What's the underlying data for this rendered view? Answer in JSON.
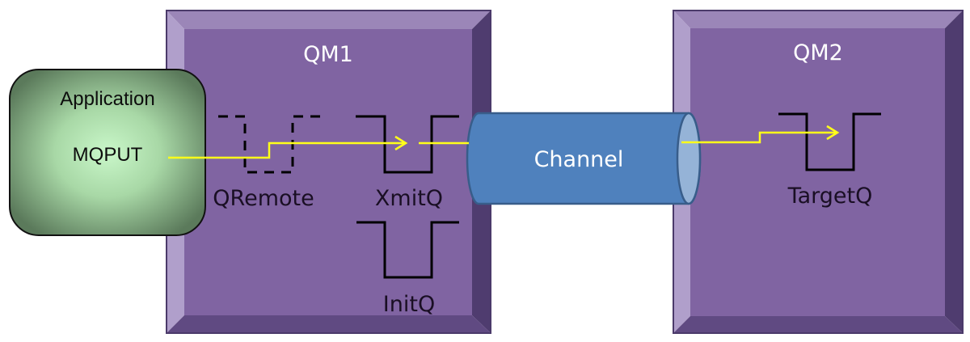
{
  "colors": {
    "qm_face": "#8064a2",
    "qm_bevel_top": "#9b86b8",
    "qm_bevel_left": "#b09fcb",
    "qm_bevel_right": "#4f3c6f",
    "qm_bevel_bottom": "#604a82",
    "qm_outline": "#4b3a6a",
    "app_center": "#c8f5c8",
    "app_edge": "#5f7f5f",
    "channel_body": "#4f81bd",
    "channel_end": "#95b3d7",
    "channel_outline": "#385d8a",
    "flow_line": "#ffff1a",
    "queue_line": "#000000"
  },
  "application": {
    "title": "Application",
    "call": "MQPUT"
  },
  "queue_managers": [
    {
      "name": "QM1",
      "queues": [
        {
          "label": "QRemote",
          "style": "dashed"
        },
        {
          "label": "XmitQ",
          "style": "solid"
        },
        {
          "label": "InitQ",
          "style": "solid"
        }
      ]
    },
    {
      "name": "QM2",
      "queues": [
        {
          "label": "TargetQ",
          "style": "solid"
        }
      ]
    }
  ],
  "channel": {
    "label": "Channel"
  }
}
